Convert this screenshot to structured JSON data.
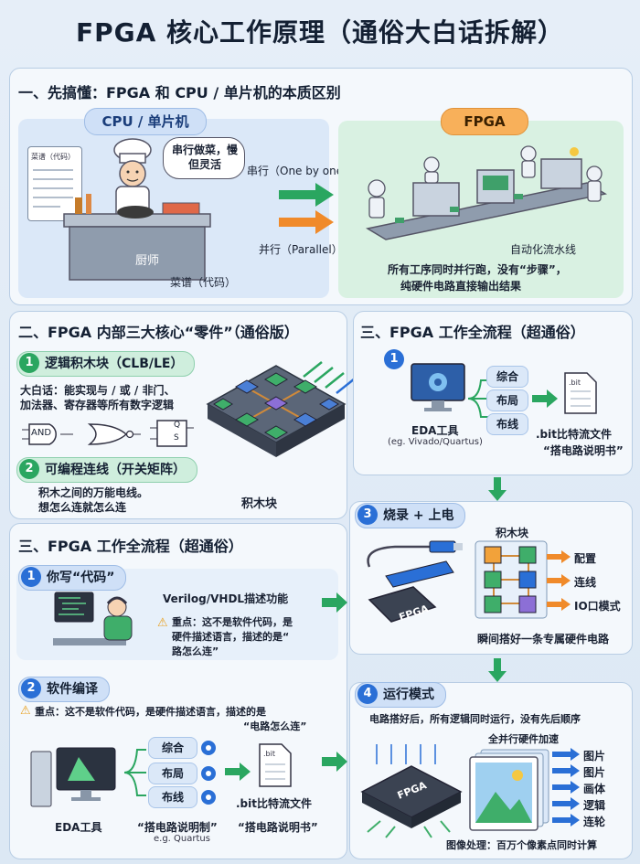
{
  "title": "FPGA 核心工作原理（通俗大白话拆解）",
  "section1": {
    "heading": "一、先搞懂：FPGA 和 CPU / 单片机的本质区别",
    "cpu_label": "CPU / 单片机",
    "fpga_label": "FPGA",
    "recipe_title": "菜谱（代码）",
    "speech": "串行做菜，慢但灵活",
    "chef_label": "厨师",
    "recipe_caption": "菜谱（代码）",
    "serial_label": "串行（One by one）",
    "parallel_label": "并行（Parallel）",
    "pipeline_label": "自动化流水线",
    "fpga_desc_1": "所有工序同时并行跑，没有“步骤”，",
    "fpga_desc_2": "纯硬件电路直接输出结果"
  },
  "section2": {
    "heading": "二、FPGA 内部三大核心“零件”（通俗版）",
    "item1_num": "1",
    "item1_title": "逻辑积木块（CLB/LE）",
    "item1_desc_1": "大白话：能实现与 / 或 / 非门、",
    "item1_desc_2": "加法器、寄存器等所有数字逻辑",
    "and_label": "AND",
    "ff_q": "Q",
    "ff_s": "S",
    "item2_num": "2",
    "item2_title": "可编程连线（开关矩阵）",
    "item2_desc_1": "积木之间的万能电线。",
    "item2_desc_2": "想怎么连就怎么连",
    "chip_label": "积木块"
  },
  "section3_top": {
    "heading": "三、FPGA 工作全流程（超通俗）",
    "step_num": "1",
    "steps": [
      "综合",
      "布局",
      "布线"
    ],
    "eda_label": "EDA工具",
    "eda_sub": "(eg. Vivado/Quartus)",
    "bit_ext": ".bit",
    "bit_label": ".bit比特流文件",
    "bit_sub": "“搭电路说明书”"
  },
  "section3_left": {
    "heading": "三、FPGA 工作全流程（超通俗）",
    "step1_num": "1",
    "step1_title": "你写“代码”",
    "verilog": "Verilog/VHDL描述功能",
    "note1_1": "重点：这不是软件代码，是",
    "note1_2": "硬件描述语言，描述的是“",
    "note1_3": "路怎么连”",
    "step2_num": "2",
    "step2_title": "软件编译",
    "note2_1": "重点：这不是软件代码，是硬件描述语言，描述的是",
    "note2_2": "“电路怎么连”",
    "steps": [
      "综合",
      "布局",
      "布线"
    ],
    "eda_label": "EDA工具",
    "bit_ext": ".bit",
    "bit_label": ".bit比特流文件",
    "cap_left": "“搭电路说明制”",
    "cap_left_sub": "e.g. Quartus",
    "cap_right": "“搭电路说明书”"
  },
  "section3_right": {
    "step3_num": "3",
    "step3_title": "烧录 + 上电",
    "blocks_label": "积木块",
    "chip_text": "FPGA",
    "outs": [
      "配置",
      "连线",
      "IO口模式"
    ],
    "step3_caption": "瞬间搭好一条专属硬件电路",
    "step4_num": "4",
    "step4_title": "运行模式",
    "step4_desc": "电路搭好后，所有逻辑同时运行，没有先后顺序",
    "accel_label": "全并行硬件加速",
    "chip4_text": "FPGA",
    "outs4": [
      "图片",
      "图片",
      "画体",
      "逻辑",
      "连轮"
    ],
    "step4_caption": "图像处理：百万个像素点同时计算"
  },
  "colors": {
    "accent_blue": "#2a6fd6",
    "accent_green": "#2aa660",
    "accent_orange": "#f08a2a"
  }
}
